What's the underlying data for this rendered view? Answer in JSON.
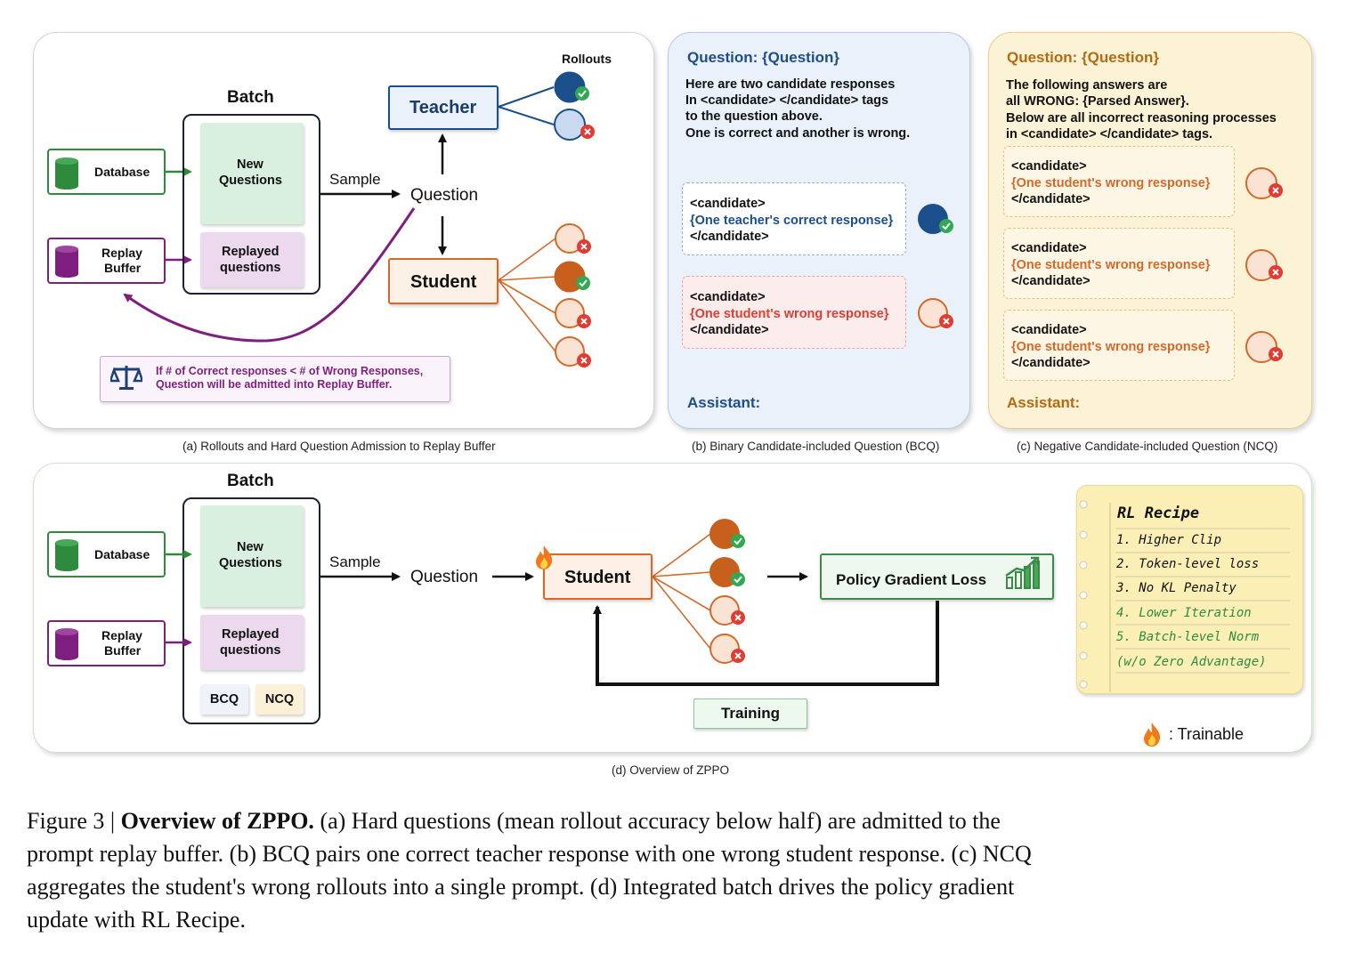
{
  "colors": {
    "teacher_blue": "#1b4f8c",
    "student_orange": "#d4692a",
    "database_green": "#2e8b3e",
    "replay_purple": "#7e1f7f",
    "bcq_heading": "#1d4e8a",
    "ncq_heading": "#b56a12",
    "wrong_red": "#e23b32",
    "correct_green": "#33a852"
  },
  "panel_a": {
    "caption": "(a) Rollouts and Hard Question Admission to Replay Buffer",
    "batch_title": "Batch",
    "rollouts_label": "Rollouts",
    "database_label": "Database",
    "replay_buffer_label_1": "Replay",
    "replay_buffer_label_2": "Buffer",
    "new_questions_1": "New",
    "new_questions_2": "Questions",
    "replayed_1": "Replayed",
    "replayed_2": "questions",
    "sample_label": "Sample",
    "question_label": "Question",
    "teacher_label": "Teacher",
    "student_label": "Student",
    "note_line1": "If # of Correct responses < # of Wrong Responses,",
    "note_line2": "Question will be admitted into Replay Buffer."
  },
  "panel_b": {
    "caption": "(b) Binary Candidate-included Question (BCQ)",
    "heading": "Question: {Question}",
    "intro": [
      "Here are two candidate responses",
      "In <candidate> </candidate> tags",
      "to the question above.",
      "One is correct and another is wrong."
    ],
    "open_tag": "<candidate>",
    "close_tag": "</candidate>",
    "correct_response": "{One teacher's correct response}",
    "wrong_response": "{One student's wrong response}",
    "assistant": "Assistant:"
  },
  "panel_c": {
    "caption": "(c) Negative Candidate-included Question (NCQ)",
    "heading": "Question: {Question}",
    "intro": [
      "The following answers are",
      "all WRONG: {Parsed Answer}.",
      "Below are all incorrect reasoning processes",
      "in <candidate> </candidate> tags."
    ],
    "open_tag": "<candidate>",
    "close_tag": "</candidate>",
    "wrong_response": "{One student's wrong response}",
    "assistant": "Assistant:"
  },
  "panel_d": {
    "caption": "(d) Overview of ZPPO",
    "batch_title": "Batch",
    "database_label": "Database",
    "replay_buffer_label_1": "Replay",
    "replay_buffer_label_2": "Buffer",
    "new_questions_1": "New",
    "new_questions_2": "Questions",
    "replayed_1": "Replayed",
    "replayed_2": "questions",
    "bcq": "BCQ",
    "ncq": "NCQ",
    "sample_label": "Sample",
    "question_label": "Question",
    "student_label": "Student",
    "loss_label": "Policy Gradient Loss",
    "training_label": "Training",
    "trainable_legend": ": Trainable",
    "recipe_title": "RL Recipe",
    "recipe_items": [
      "1. Higher Clip",
      "2. Token-level loss",
      "3. No KL Penalty",
      "4. Lower Iteration",
      "5. Batch-level Norm",
      "(w/o Zero Advantage)"
    ]
  },
  "caption": {
    "prefix": "Figure 3 | ",
    "title": "Overview of ZPPO.",
    "line1_rest": " (a) Hard questions (mean rollout accuracy below half) are admitted to the",
    "line2": "prompt replay buffer. (b) BCQ pairs one correct teacher response with one wrong student response. (c) NCQ",
    "line3": "aggregates the student's wrong rollouts into a single prompt. (d) Integrated batch drives the policy gradient",
    "line4": "update with RL Recipe."
  }
}
